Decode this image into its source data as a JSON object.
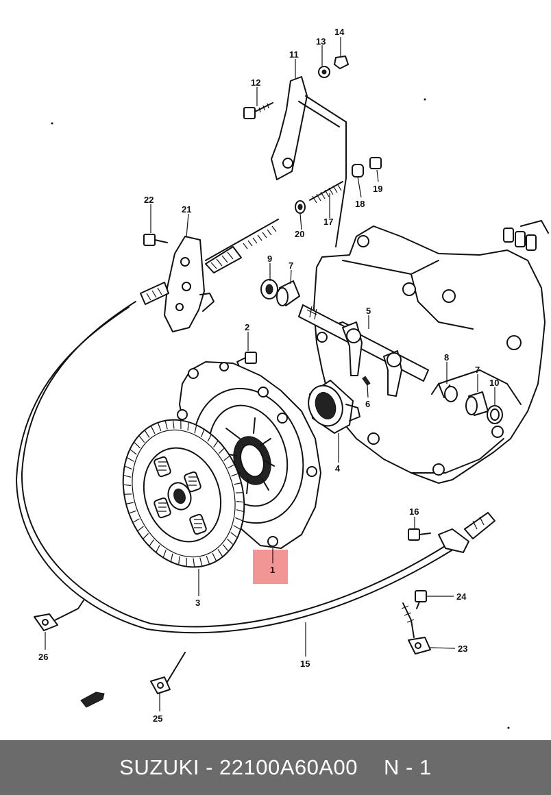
{
  "highlight": {
    "callout": "1",
    "color": "#f08a8a"
  },
  "callouts": {
    "c1": "1",
    "c2": "2",
    "c3": "3",
    "c4": "4",
    "c5": "5",
    "c6": "6",
    "c7a": "7",
    "c7b": "7",
    "c8": "8",
    "c9": "9",
    "c10": "10",
    "c11": "11",
    "c12": "12",
    "c13": "13",
    "c14": "14",
    "c15": "15",
    "c16": "16",
    "c17": "17",
    "c18": "18",
    "c19": "19",
    "c20": "20",
    "c21": "21",
    "c22": "22",
    "c23": "23",
    "c24": "24",
    "c25": "25",
    "c26": "26"
  },
  "footer": {
    "brand_part": "SUZUKI - 22100A60A00",
    "position": "N - 1",
    "bg_color": "#6b6b6b"
  }
}
